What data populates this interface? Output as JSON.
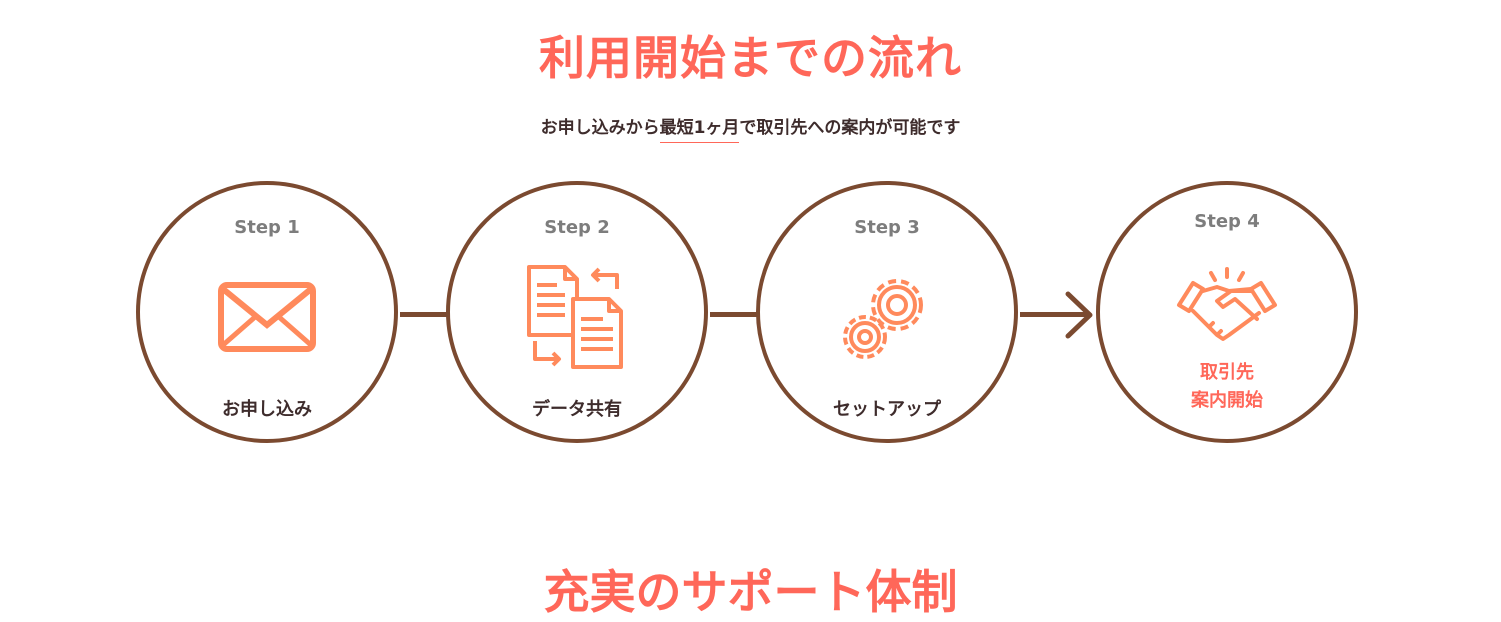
{
  "title": "利用開始までの流れ",
  "subtitle": {
    "before": "お申し込みから",
    "highlight": "最短1ヶ月",
    "after": "で取引先への案内が可能です"
  },
  "steps": [
    {
      "step": "Step 1",
      "label": "お申し込み",
      "icon": "mail-icon"
    },
    {
      "step": "Step 2",
      "label": "データ共有",
      "icon": "documents-exchange-icon"
    },
    {
      "step": "Step 3",
      "label": "セットアップ",
      "icon": "gears-icon"
    },
    {
      "step": "Step 4",
      "label_line1": "取引先",
      "label_line2": "案内開始",
      "icon": "handshake-icon"
    }
  ],
  "next_title": "充実のサポート体制",
  "colors": {
    "accent": "#ff6759",
    "brown": "#7b4a30",
    "icon": "#ff8a5c"
  }
}
